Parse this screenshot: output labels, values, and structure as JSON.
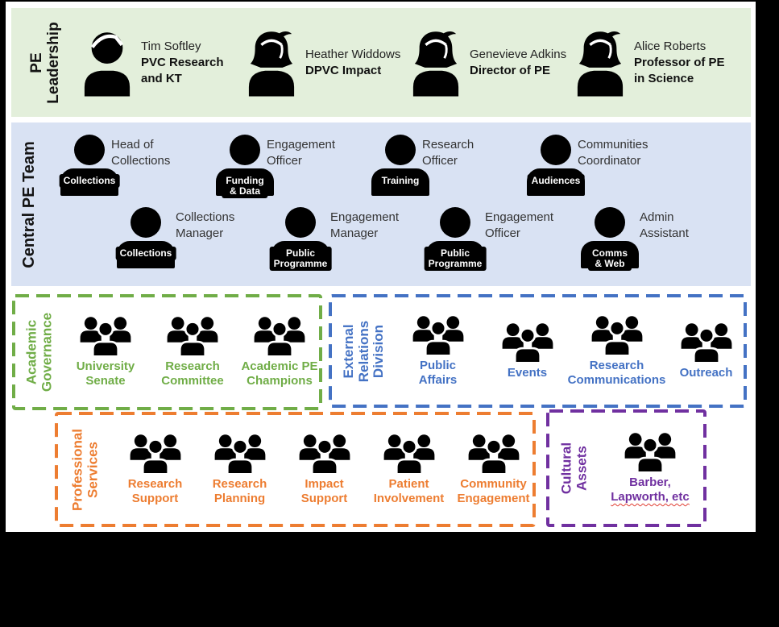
{
  "colors": {
    "leadership_bg": "#e3efdb",
    "central_bg": "#d9e2f3",
    "academic_accent": "#70ad47",
    "external_accent": "#4472c4",
    "professional_accent": "#ed7d31",
    "cultural_accent": "#7030a0"
  },
  "leadership": {
    "section_label": "PE\nLeadership",
    "people": [
      {
        "name": "Tim Softley",
        "title": "PVC Research and KT",
        "icon": "male-bust-icon"
      },
      {
        "name": "Heather Widdows",
        "title": "DPVC Impact",
        "icon": "female-bust-icon"
      },
      {
        "name": "Genevieve Adkins",
        "title": "Director of PE",
        "icon": "female-bust-icon"
      },
      {
        "name": "Alice Roberts",
        "title": "Professor of PE in Science",
        "icon": "female-bust-icon"
      }
    ]
  },
  "central": {
    "section_label": "Central PE Team",
    "row1": [
      {
        "role": "Head of\nCollections",
        "badge": "Collections"
      },
      {
        "role": "Engagement\nOfficer",
        "badge": "Funding\n& Data"
      },
      {
        "role": "Research\nOfficer",
        "badge": "Training"
      },
      {
        "role": "Communities\nCoordinator",
        "badge": "Audiences"
      }
    ],
    "row2": [
      {
        "role": "Collections\nManager",
        "badge": "Collections"
      },
      {
        "role": "Engagement\nManager",
        "badge": "Public\nProgramme"
      },
      {
        "role": "Engagement\nOfficer",
        "badge": "Public\nProgramme"
      },
      {
        "role": "Admin\nAssistant",
        "badge": "Comms\n& Web"
      }
    ]
  },
  "boxes": {
    "academic": {
      "label": "Academic\nGovernance",
      "groups": [
        {
          "label": "University\nSenate"
        },
        {
          "label": "Research\nCommittee"
        },
        {
          "label": "Academic PE\nChampions"
        }
      ]
    },
    "external": {
      "label": "External\nRelations\nDivision",
      "groups": [
        {
          "label": "Public\nAffairs"
        },
        {
          "label": "Events"
        },
        {
          "label": "Research\nCommunications"
        },
        {
          "label": "Outreach"
        }
      ]
    },
    "professional": {
      "label": "Professional\nServices",
      "groups": [
        {
          "label": "Research\nSupport"
        },
        {
          "label": "Research\nPlanning"
        },
        {
          "label": "Impact\nSupport"
        },
        {
          "label": "Patient\nInvolvement"
        },
        {
          "label": "Community\nEngagement"
        }
      ]
    },
    "cultural": {
      "label": "Cultural\nAssets",
      "group": {
        "line1": "Barber,",
        "line2": "Lapworth, etc"
      }
    }
  }
}
